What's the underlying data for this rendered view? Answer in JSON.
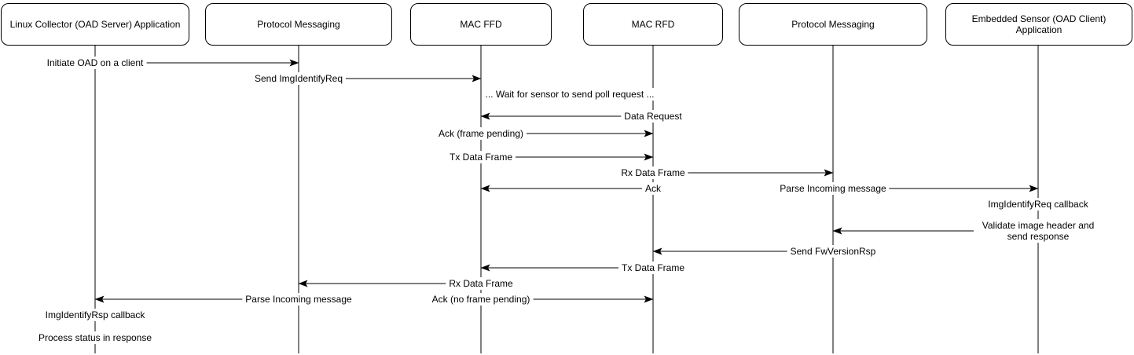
{
  "diagram": {
    "type": "sequence-diagram",
    "colors": {
      "stroke": "#000000",
      "fill": "#ffffff",
      "text": "#000000"
    },
    "actors": [
      {
        "id": "collector-app",
        "label": "Linux Collector (OAD Server) Application"
      },
      {
        "id": "protocol-messaging-server",
        "label": "Protocol Messaging"
      },
      {
        "id": "mac-ffd",
        "label": "MAC FFD"
      },
      {
        "id": "mac-rfd",
        "label": "MAC RFD"
      },
      {
        "id": "protocol-messaging-client",
        "label": "Protocol Messaging"
      },
      {
        "id": "sensor-app",
        "label": "Embedded Sensor (OAD Client) Application"
      }
    ],
    "messages": [
      {
        "label": "Initiate OAD on a client",
        "from": "collector-app",
        "to": "protocol-messaging-server"
      },
      {
        "label": "Send ImgIdentifyReq",
        "from": "protocol-messaging-server",
        "to": "mac-ffd"
      },
      {
        "label": "Data Request",
        "from": "mac-rfd",
        "to": "mac-ffd"
      },
      {
        "label": "Ack (frame pending)",
        "from": "mac-ffd",
        "to": "mac-rfd"
      },
      {
        "label": "Tx Data Frame",
        "from": "mac-ffd",
        "to": "mac-rfd"
      },
      {
        "label": "Rx Data Frame",
        "from": "mac-rfd",
        "to": "protocol-messaging-client"
      },
      {
        "label": "Ack",
        "from": "mac-rfd",
        "to": "mac-ffd"
      },
      {
        "label": "Parse Incoming message",
        "from": "protocol-messaging-client",
        "to": "sensor-app"
      },
      {
        "label": "Validate image header and send response",
        "from": "sensor-app",
        "to": "protocol-messaging-client"
      },
      {
        "label": "Send FwVersionRsp",
        "from": "protocol-messaging-client",
        "to": "mac-rfd"
      },
      {
        "label": "Tx Data Frame",
        "from": "mac-rfd",
        "to": "mac-ffd"
      },
      {
        "label": "Rx Data Frame",
        "from": "mac-ffd",
        "to": "protocol-messaging-server"
      },
      {
        "label": "Parse Incoming message",
        "from": "protocol-messaging-server",
        "to": "collector-app"
      },
      {
        "label": "Ack (no frame pending)",
        "from": "mac-ffd",
        "to": "mac-rfd"
      }
    ],
    "notes": [
      {
        "label": "... Wait for sensor to send poll request ...",
        "on": "between mac-ffd and mac-rfd"
      },
      {
        "label": "ImgIdentifyReq callback",
        "on": "sensor-app"
      },
      {
        "label": "ImgIdentifyRsp callback",
        "on": "collector-app"
      },
      {
        "label": "Process status in response",
        "on": "collector-app"
      }
    ]
  }
}
